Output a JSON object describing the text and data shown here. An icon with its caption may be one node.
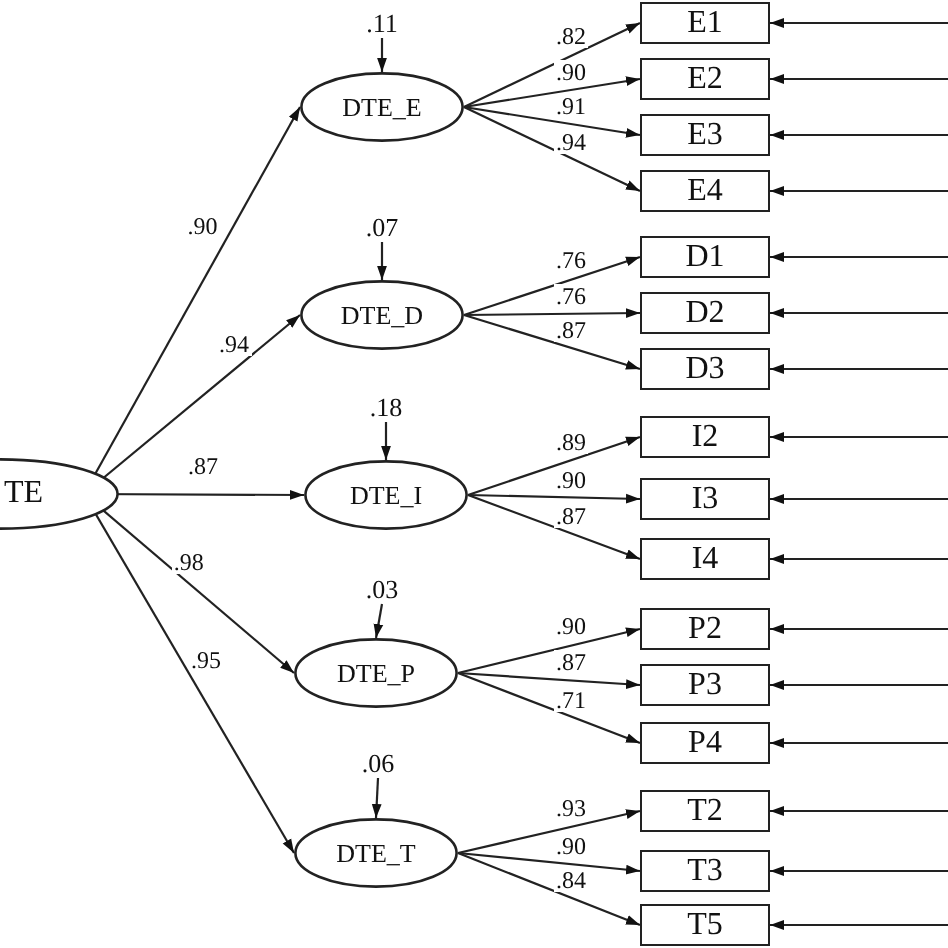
{
  "diagram": {
    "nodes": [
      {
        "text": [
          "TE"
        ]
      },
      {
        "text": [
          ".11"
        ]
      },
      {
        "text": [
          "DTE_E"
        ]
      },
      {
        "text": [
          "E1"
        ]
      },
      {
        "text": [
          "E2"
        ]
      },
      {
        "text": [
          "E3"
        ]
      },
      {
        "text": [
          "E4"
        ]
      },
      {
        "text": [
          ".07"
        ]
      },
      {
        "text": [
          "DTE_D"
        ]
      },
      {
        "text": [
          "D1"
        ]
      },
      {
        "text": [
          "D2"
        ]
      },
      {
        "text": [
          "D3"
        ]
      },
      {
        "text": [
          ".18"
        ]
      },
      {
        "text": [
          "DTE_I"
        ]
      },
      {
        "text": [
          "I2"
        ]
      },
      {
        "text": [
          "I3"
        ]
      },
      {
        "text": [
          "I4"
        ]
      },
      {
        "text": [
          ".03"
        ]
      },
      {
        "text": [
          "DTE_P"
        ]
      },
      {
        "text": [
          "P2"
        ]
      },
      {
        "text": [
          "P3"
        ]
      },
      {
        "text": [
          "P4"
        ]
      },
      {
        "text": [
          ".06"
        ]
      },
      {
        "text": [
          "DTE_T"
        ]
      },
      {
        "text": [
          "T2"
        ]
      },
      {
        "text": [
          "T3"
        ]
      },
      {
        "text": [
          "T5"
        ]
      }
    ],
    "edges": [
      {
        "from": 0,
        "to": 2,
        "arrow": "to",
        "label": ".90"
      },
      {
        "from": 0,
        "to": 8,
        "arrow": "to",
        "label": ".94"
      },
      {
        "from": 0,
        "to": 13,
        "arrow": "to",
        "label": ".87"
      },
      {
        "from": 0,
        "to": 18,
        "arrow": "to",
        "label": ".98"
      },
      {
        "from": 0,
        "to": 23,
        "arrow": "to",
        "label": ".95"
      },
      {
        "from": 1,
        "to": 2,
        "arrow": "to"
      },
      {
        "from": 2,
        "to": 3,
        "arrow": "to",
        "label": ".82"
      },
      {
        "from": 2,
        "to": 4,
        "arrow": "to",
        "label": ".90"
      },
      {
        "from": 2,
        "to": 5,
        "arrow": "to",
        "label": ".91"
      },
      {
        "from": 2,
        "to": 6,
        "arrow": "to",
        "label": ".94"
      },
      {
        "from": 7,
        "to": 8,
        "arrow": "to"
      },
      {
        "from": 8,
        "to": 9,
        "arrow": "to",
        "label": ".76"
      },
      {
        "from": 8,
        "to": 10,
        "arrow": "to",
        "label": ".76"
      },
      {
        "from": 8,
        "to": 11,
        "arrow": "to",
        "label": ".87"
      },
      {
        "from": 12,
        "to": 13,
        "arrow": "to"
      },
      {
        "from": 13,
        "to": 14,
        "arrow": "to",
        "label": ".89"
      },
      {
        "from": 13,
        "to": 15,
        "arrow": "to",
        "label": ".90"
      },
      {
        "from": 13,
        "to": 16,
        "arrow": "to",
        "label": ".87"
      },
      {
        "from": 17,
        "to": 18,
        "arrow": "to"
      },
      {
        "from": 18,
        "to": 19,
        "arrow": "to",
        "label": ".90"
      },
      {
        "from": 18,
        "to": 20,
        "arrow": "to",
        "label": ".87"
      },
      {
        "from": 18,
        "to": 21,
        "arrow": "to",
        "label": ".71"
      },
      {
        "from": 22,
        "to": 23,
        "arrow": "to"
      },
      {
        "from": 23,
        "to": 24,
        "arrow": "to",
        "label": ".93"
      },
      {
        "from": 23,
        "to": 25,
        "arrow": "to",
        "label": ".90"
      },
      {
        "from": 23,
        "to": 26,
        "arrow": "to",
        "label": ".84"
      },
      {
        "from": null,
        "to": 3,
        "arrow": "to"
      },
      {
        "from": null,
        "to": 4,
        "arrow": "to"
      },
      {
        "from": null,
        "to": 5,
        "arrow": "to"
      },
      {
        "from": null,
        "to": 6,
        "arrow": "to"
      },
      {
        "from": null,
        "to": 9,
        "arrow": "to"
      },
      {
        "from": null,
        "to": 10,
        "arrow": "to"
      },
      {
        "from": null,
        "to": 11,
        "arrow": "to"
      },
      {
        "from": null,
        "to": 14,
        "arrow": "to"
      },
      {
        "from": null,
        "to": 15,
        "arrow": "to"
      },
      {
        "from": null,
        "to": 16,
        "arrow": "to"
      },
      {
        "from": null,
        "to": 19,
        "arrow": "to"
      },
      {
        "from": null,
        "to": 20,
        "arrow": "to"
      },
      {
        "from": null,
        "to": 21,
        "arrow": "to"
      },
      {
        "from": null,
        "to": 24,
        "arrow": "to"
      },
      {
        "from": null,
        "to": 25,
        "arrow": "to"
      },
      {
        "from": null,
        "to": 26,
        "arrow": "to"
      }
    ]
  }
}
